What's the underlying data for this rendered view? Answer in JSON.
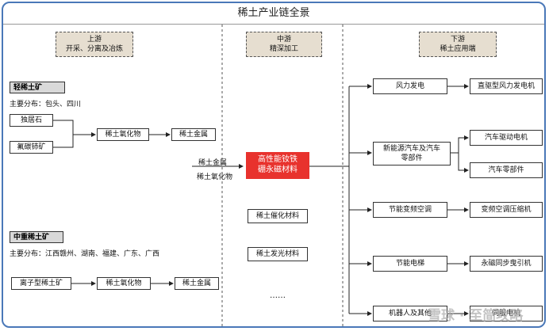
{
  "title": "稀土产业链全景",
  "upstream": {
    "header": [
      "上游",
      "开采、分离及冶炼"
    ],
    "light": {
      "label": "轻稀土矿",
      "distribution": "主要分布：包头、四川",
      "ores": [
        "独居石",
        "氟碳铈矿"
      ],
      "oxide": "稀土氧化物",
      "metal": "稀土金属"
    },
    "heavy": {
      "label": "中重稀土矿",
      "distribution": "主要分布：江西赣州、湖南、福建、广东、广西",
      "ore": "离子型稀土矿",
      "oxide": "稀土氧化物",
      "metal": "稀土金属"
    }
  },
  "midstream": {
    "header": [
      "中游",
      "精深加工"
    ],
    "inputs": [
      "稀土金属",
      "稀土氧化物"
    ],
    "highlight": [
      "高性能钕铁",
      "硼永磁材料"
    ],
    "others": [
      "稀土催化材料",
      "稀土发光材料"
    ],
    "more": "……"
  },
  "downstream": {
    "header": [
      "下游",
      "稀土应用端"
    ],
    "apps": [
      {
        "name": [
          "风力发电"
        ],
        "products": [
          "直驱型风力发电机"
        ]
      },
      {
        "name": [
          "新能源汽车及汽车",
          "零部件"
        ],
        "products": [
          "汽车驱动电机",
          "汽车零部件"
        ]
      },
      {
        "name": [
          "节能变频空调"
        ],
        "products": [
          "变频空调压缩机"
        ]
      },
      {
        "name": [
          "节能电梯"
        ],
        "products": [
          "永磁同步曳引机"
        ]
      },
      {
        "name": [
          "机器人及其他"
        ],
        "products": [
          "伺服电机"
        ]
      }
    ]
  },
  "watermark": "雪球 · 至简攻略"
}
